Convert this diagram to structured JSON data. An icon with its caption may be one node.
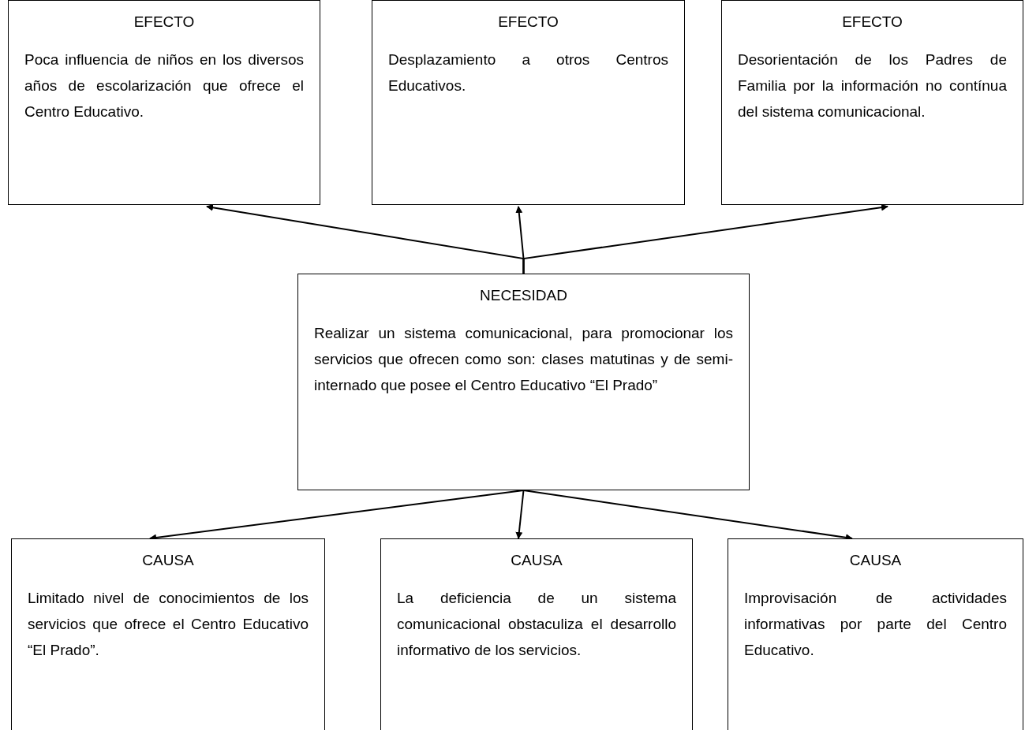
{
  "diagram": {
    "nodes": [
      {
        "text": [
          "EFECTO",
          "Poca influencia de niños en los diversos años de escolarización que ofrece el Centro Educativo."
        ]
      },
      {
        "text": [
          "EFECTO",
          "Desplazamiento a otros Centros Educativos."
        ]
      },
      {
        "text": [
          "EFECTO",
          "Desorientación de los Padres de Familia por la información no contínua del sistema comunicacional."
        ]
      },
      {
        "text": [
          "NECESIDAD",
          "Realizar un sistema comunicacional, para promocionar los servicios que ofrecen como son: clases matutinas y de semi-internado que posee el Centro Educativo “El Prado”"
        ]
      },
      {
        "text": [
          "CAUSA",
          "Limitado nivel de conocimientos de los servicios que ofrece el Centro Educativo “El Prado”."
        ]
      },
      {
        "text": [
          "CAUSA",
          "La deficiencia de un sistema comunicacional obstaculiza el desarrollo informativo de los servicios."
        ]
      },
      {
        "text": [
          "CAUSA",
          "Improvisación de actividades informativas por parte del Centro Educativo."
        ]
      }
    ],
    "edges": [
      {
        "from": 3,
        "to": 0,
        "arrow": "to"
      },
      {
        "from": 3,
        "to": 1,
        "arrow": "to"
      },
      {
        "from": 3,
        "to": 2,
        "arrow": "to"
      },
      {
        "from": 3,
        "to": 4,
        "arrow": "to"
      },
      {
        "from": 3,
        "to": 5,
        "arrow": "to"
      },
      {
        "from": 3,
        "to": 6,
        "arrow": "to"
      }
    ]
  }
}
